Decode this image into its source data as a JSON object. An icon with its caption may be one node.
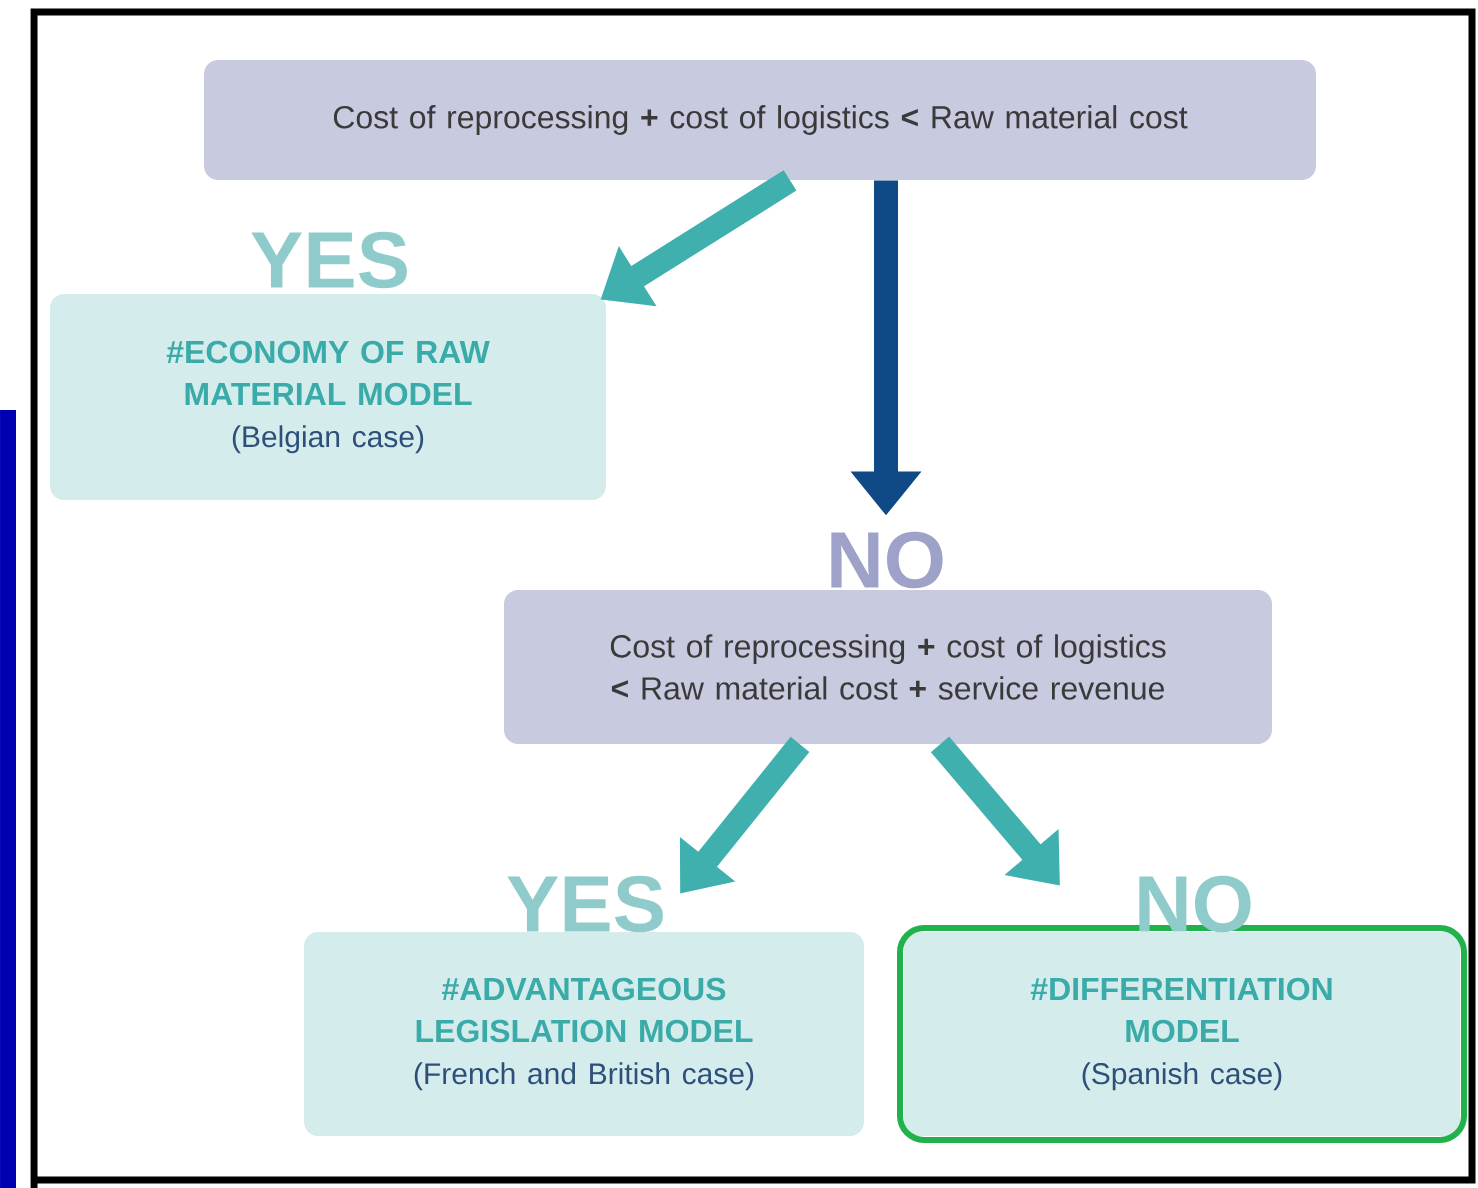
{
  "diagram": {
    "nodes": [
      {
        "text": [
          "Cost of reprocessing **+** cost of logistics **<** Raw material cost"
        ]
      },
      {
        "text": [
          "#ECONOMY OF RAW MATERIAL MODEL",
          "(Belgian case)"
        ]
      },
      {
        "text": [
          "Cost of reprocessing **+** cost of logistics **<** Raw material cost **+** service revenue"
        ]
      },
      {
        "text": [
          "#ADVANTAGEOUS LEGISLATION MODEL",
          "(French and British case)"
        ]
      },
      {
        "text": [
          "#DIFFERENTIATION MODEL",
          "(Spanish case)"
        ]
      }
    ],
    "edges": [
      {
        "from": 0,
        "to": 1,
        "arrow": "to",
        "label": "YES"
      },
      {
        "from": 0,
        "to": 2,
        "arrow": "to",
        "label": "NO",
        "color": "#0f4a86"
      },
      {
        "from": 2,
        "to": 3,
        "arrow": "to",
        "label": "YES"
      },
      {
        "from": 2,
        "to": 4,
        "arrow": "to",
        "label": "NO"
      }
    ]
  }
}
